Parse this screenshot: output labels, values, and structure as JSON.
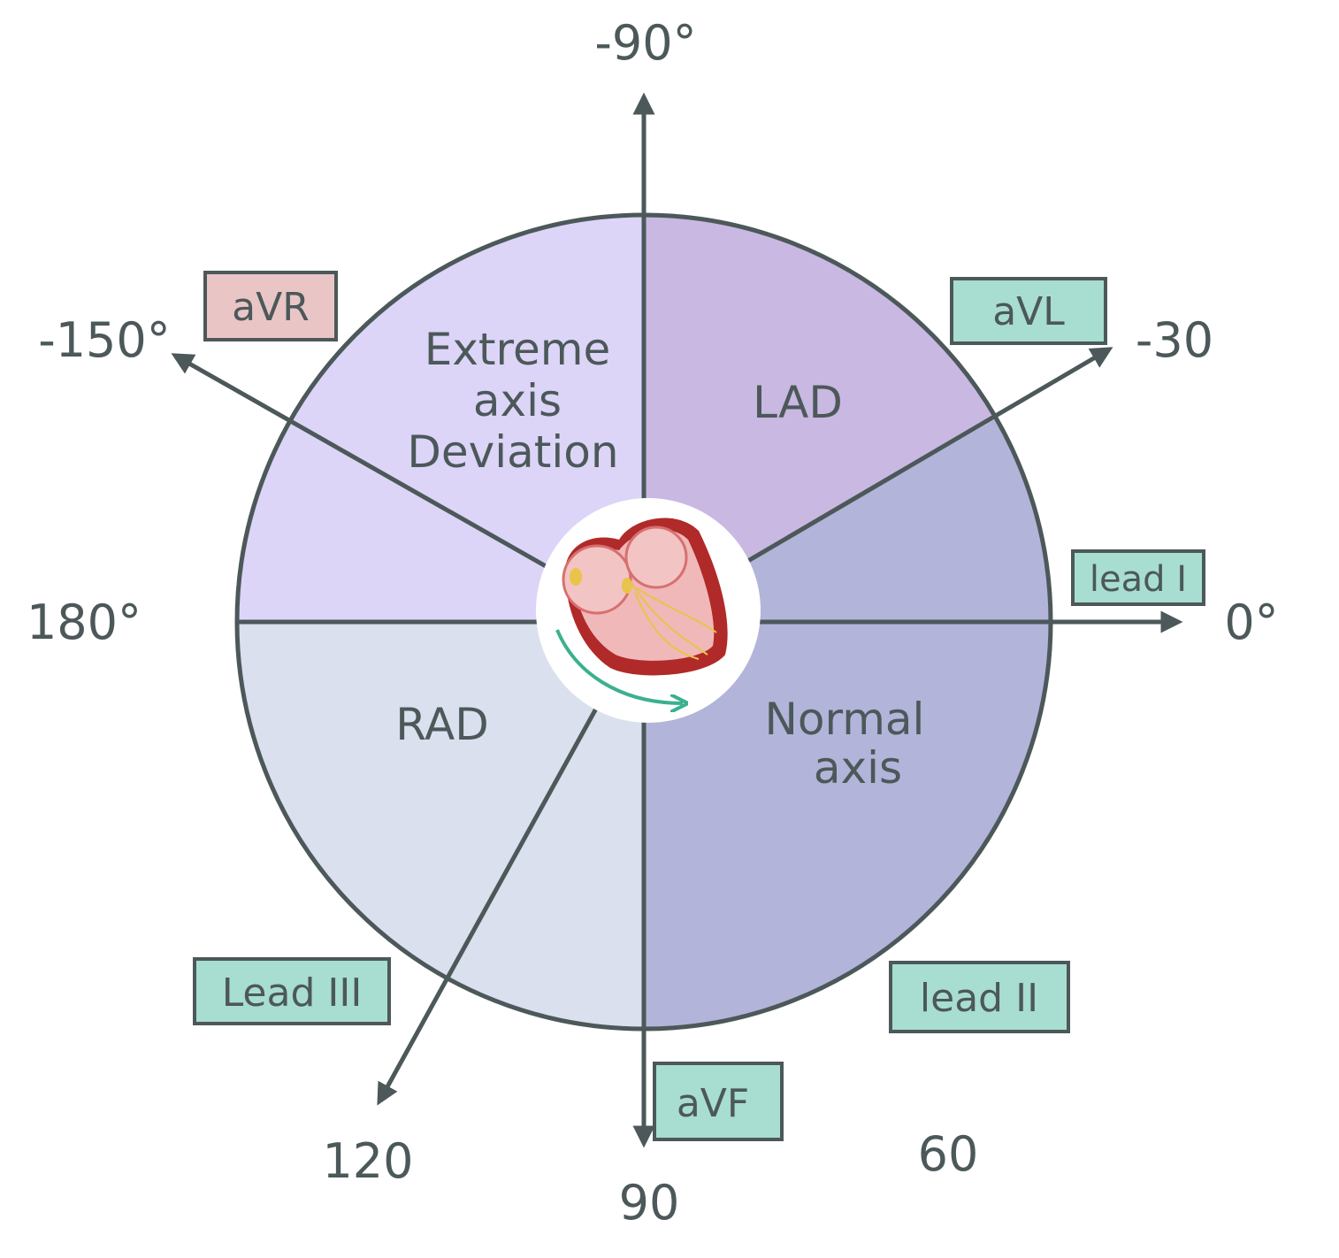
{
  "colors": {
    "stroke": "#4c5859",
    "extreme_fill": "#dcd5f8",
    "lad_fill": "#c9b8e2",
    "normal_fill": "#b2b4d9",
    "rad_fill": "#dae0ee",
    "lead_box_fill": "#a8ddd1",
    "avr_box_fill": "#eac5c6",
    "heart_dark": "#b02a2a",
    "heart_light": "#f0b8b8",
    "conduction": "#e8c44a",
    "rotation_arrow": "#3bb08f"
  },
  "degrees": {
    "minus90": "-90°",
    "minus150": "-150°",
    "minus30": "-30",
    "deg180": "180°",
    "deg0": "0°",
    "deg120": "120",
    "deg90": "90",
    "deg60": "60"
  },
  "regions": {
    "extreme": [
      "Extreme",
      "axis",
      "Deviation"
    ],
    "lad": "LAD",
    "rad": "RAD",
    "normal": [
      "Normal",
      "axis"
    ]
  },
  "leads": {
    "avr": "aVR",
    "avl": "aVL",
    "lead1": "lead I",
    "lead2": "lead II",
    "lead3": "Lead III",
    "avf": "aVF"
  },
  "center_icon": "heart-icon"
}
